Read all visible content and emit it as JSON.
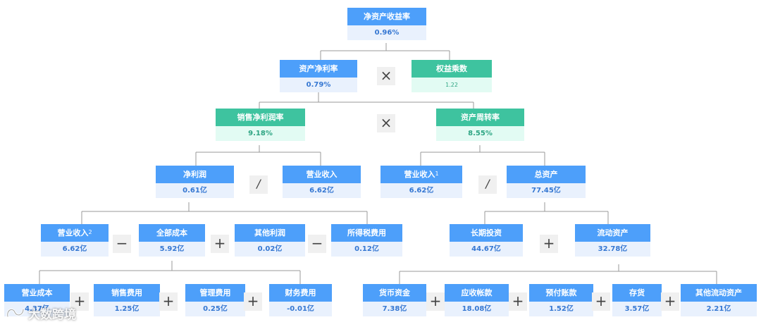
{
  "colors": {
    "blue": "#4d9ffa",
    "green": "#3ec39f"
  },
  "root": {
    "title": "净资产收益率",
    "value": "0.96%"
  },
  "l1": {
    "roa": {
      "title": "资产净利率",
      "value": "0.79%"
    },
    "equity_multiplier": {
      "title": "权益乘数",
      "value": "1.22"
    },
    "op": "×"
  },
  "l2": {
    "net_margin": {
      "title": "销售净利润率",
      "value": "9.18%"
    },
    "asset_turnover": {
      "title": "资产周转率",
      "value": "8.55%"
    },
    "op": "×"
  },
  "l3": {
    "net_profit": {
      "title": "净利润",
      "value": "0.61亿"
    },
    "revenue": {
      "title": "营业收入",
      "value": "6.62亿"
    },
    "revenue1": {
      "title": "营业收入",
      "sup": "1",
      "value": "6.62亿"
    },
    "total_assets": {
      "title": "总资产",
      "value": "77.45亿"
    },
    "op_left": "/",
    "op_right": "/"
  },
  "l4": {
    "revenue2": {
      "title": "营业收入",
      "sup": "2",
      "value": "6.62亿"
    },
    "total_cost": {
      "title": "全部成本",
      "value": "5.92亿"
    },
    "other_profit": {
      "title": "其他利润",
      "value": "0.02亿"
    },
    "income_tax": {
      "title": "所得税费用",
      "value": "0.12亿"
    },
    "long_investment": {
      "title": "长期投资",
      "value": "44.67亿"
    },
    "current_assets": {
      "title": "流动资产",
      "value": "32.78亿"
    },
    "op_minus1": "−",
    "op_plus1": "+",
    "op_minus2": "−",
    "op_plus2": "+"
  },
  "l5": {
    "operating_cost": {
      "title": "营业成本",
      "value": "4.37亿"
    },
    "selling_expense": {
      "title": "销售费用",
      "value": "1.25亿"
    },
    "admin_expense": {
      "title": "管理费用",
      "value": "0.25亿"
    },
    "finance_expense": {
      "title": "财务费用",
      "value": "-0.01亿"
    },
    "cash": {
      "title": "货币资金",
      "value": "7.38亿"
    },
    "receivables": {
      "title": "应收帐款",
      "value": "18.08亿"
    },
    "prepayments": {
      "title": "预付账款",
      "value": "1.52亿"
    },
    "inventory": {
      "title": "存货",
      "value": "3.57亿"
    },
    "other_current": {
      "title": "其他流动资产",
      "value": "2.21亿"
    },
    "plus": "+"
  },
  "watermark": {
    "text": "大数跨境"
  }
}
